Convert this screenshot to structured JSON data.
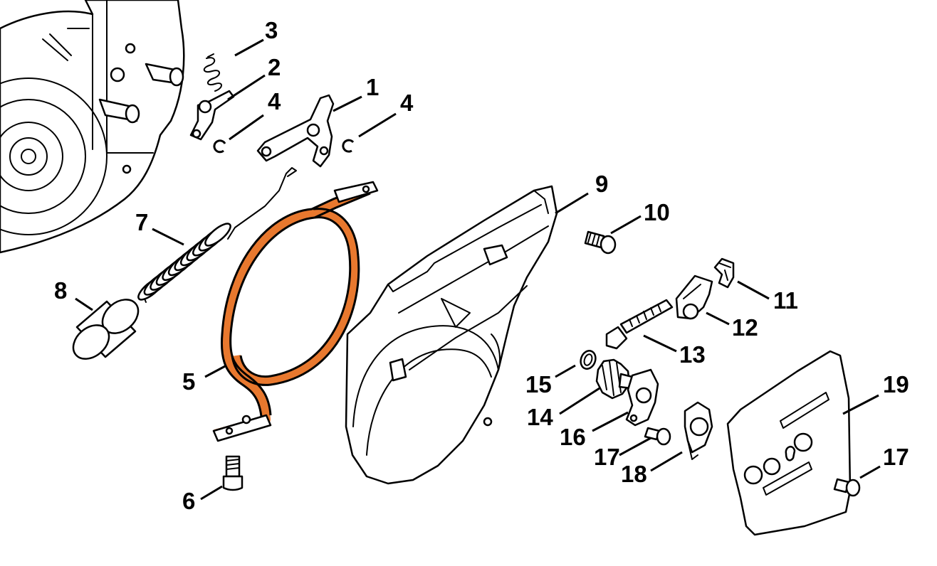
{
  "diagram": {
    "highlight_color": "#E8782E",
    "line_color": "#000000",
    "background": "#FFFFFF",
    "callouts": [
      {
        "id": "c3",
        "label": "3"
      },
      {
        "id": "c2",
        "label": "2"
      },
      {
        "id": "c4a",
        "label": "4"
      },
      {
        "id": "c1",
        "label": "1"
      },
      {
        "id": "c4b",
        "label": "4"
      },
      {
        "id": "c9",
        "label": "9"
      },
      {
        "id": "c10",
        "label": "10"
      },
      {
        "id": "c7",
        "label": "7"
      },
      {
        "id": "c8",
        "label": "8"
      },
      {
        "id": "c11",
        "label": "11"
      },
      {
        "id": "c12",
        "label": "12"
      },
      {
        "id": "c13",
        "label": "13"
      },
      {
        "id": "c5",
        "label": "5"
      },
      {
        "id": "c15",
        "label": "15"
      },
      {
        "id": "c19",
        "label": "19"
      },
      {
        "id": "c14",
        "label": "14"
      },
      {
        "id": "c16",
        "label": "16"
      },
      {
        "id": "c17a",
        "label": "17"
      },
      {
        "id": "c18",
        "label": "18"
      },
      {
        "id": "c17b",
        "label": "17"
      },
      {
        "id": "c6",
        "label": "6"
      }
    ]
  }
}
